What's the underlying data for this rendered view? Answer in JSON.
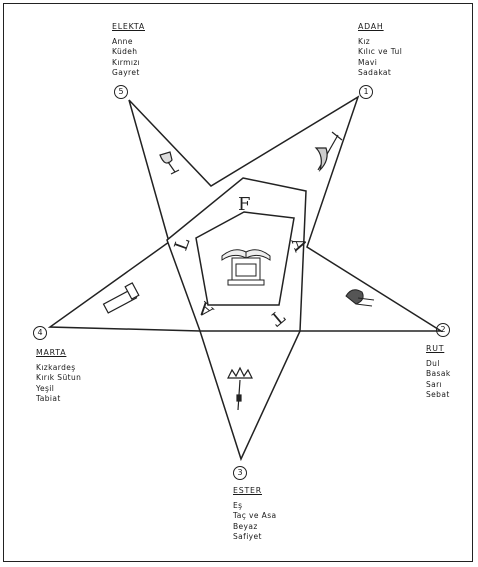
{
  "points": [
    {
      "number": "5",
      "name": "ELEKTA",
      "attributes": [
        "Anne",
        "Küdeh",
        "Kırmızı",
        "Gayret"
      ]
    },
    {
      "number": "1",
      "name": "ADAH",
      "attributes": [
        "Kız",
        "Kılıc ve Tul",
        "Mavi",
        "Sadakat"
      ]
    },
    {
      "number": "2",
      "name": "RUT",
      "attributes": [
        "Dul",
        "Basak",
        "Sarı",
        "Sebat"
      ]
    },
    {
      "number": "3",
      "name": "ESTER",
      "attributes": [
        "Eş",
        "Taç ve Asa",
        "Beyaz",
        "Safiyet"
      ]
    },
    {
      "number": "4",
      "name": "MARTA",
      "attributes": [
        "Kızkardeş",
        "Kırık Sütun",
        "Yeşil",
        "Tabiat"
      ]
    }
  ],
  "letters": [
    "F",
    "A",
    "T",
    "A",
    "L"
  ]
}
